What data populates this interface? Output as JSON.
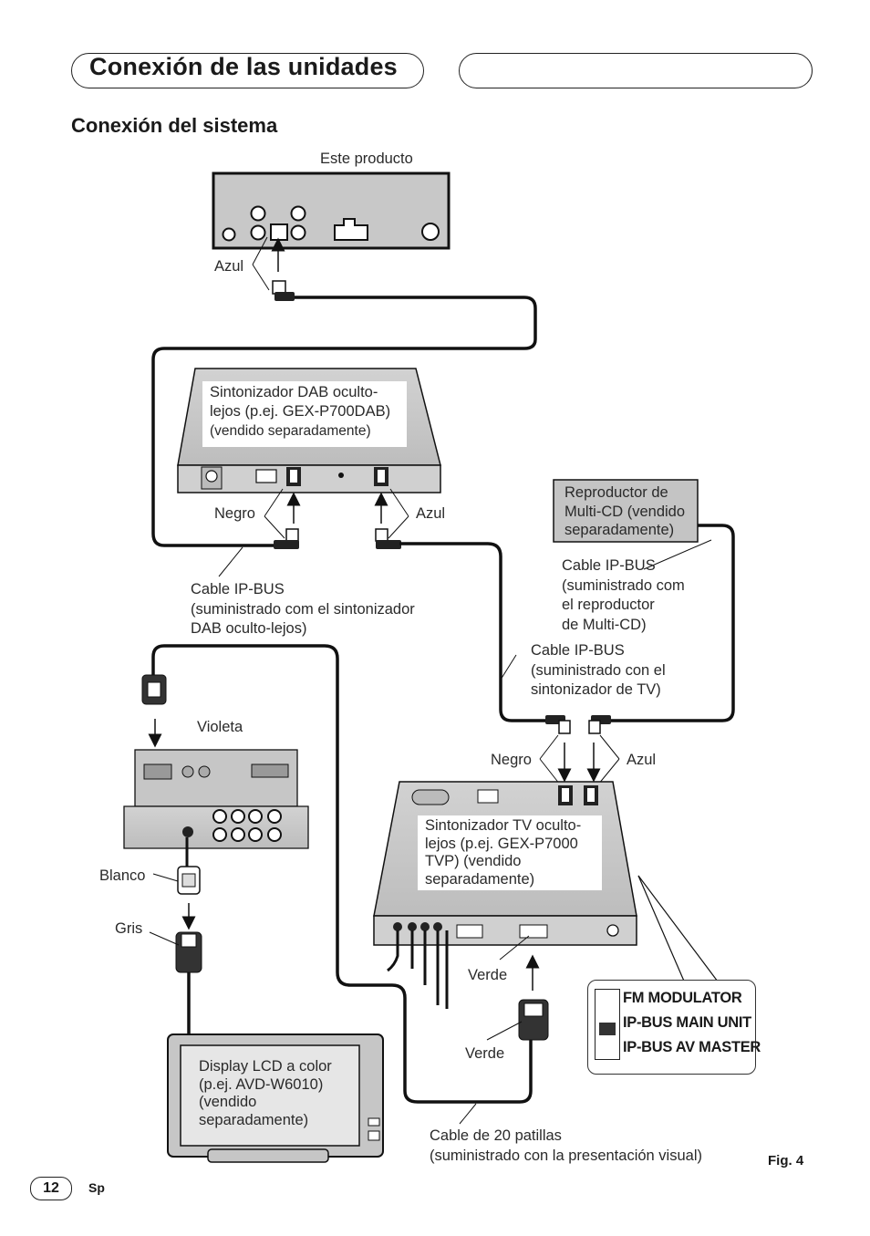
{
  "header": {
    "title": "Conexión de las unidades"
  },
  "section": {
    "title": "Conexión del sistema"
  },
  "labels": {
    "este_producto": "Este producto",
    "azul_top": "Azul",
    "negro_dab": "Negro",
    "azul_dab": "Azul",
    "cable_ipbus_dab": [
      "Cable IP-BUS",
      "(suministrado com el sintonizador",
      "DAB oculto-lejos)"
    ],
    "cable_ipbus_cd": [
      "Cable IP-BUS",
      "(suministrado com",
      "el reproductor",
      "de Multi-CD)"
    ],
    "cable_ipbus_tv": [
      "Cable IP-BUS",
      "(suministrado con el",
      "sintonizador de TV)"
    ],
    "violeta": "Violeta",
    "negro_tv": "Negro",
    "azul_tv": "Azul",
    "blanco": "Blanco",
    "gris": "Gris",
    "verde_1": "Verde",
    "verde_2": "Verde",
    "cable_20": [
      "Cable de 20 patillas",
      "(suministrado con la presentación visual)"
    ]
  },
  "devices": {
    "dab_tuner": [
      "Sintonizador DAB oculto-",
      "lejos (p.ej. GEX-P700DAB)",
      "(vendido separadamente)"
    ],
    "multi_cd": [
      "Reproductor de",
      "Multi-CD (vendido",
      "separadamente)"
    ],
    "tv_tuner": [
      "Sintonizador TV oculto-",
      "lejos (p.ej. GEX-P7000",
      "TVP) (vendido",
      "separadamente)"
    ],
    "lcd_display": [
      "Display LCD a color",
      "(p.ej. AVD-W6010)",
      "(vendido",
      "separadamente)"
    ]
  },
  "switch_options": [
    "FM MODULATOR",
    "IP-BUS MAIN UNIT",
    "IP-BUS AV MASTER"
  ],
  "footer": {
    "page": "12",
    "lang": "Sp",
    "figure": "Fig. 4"
  }
}
